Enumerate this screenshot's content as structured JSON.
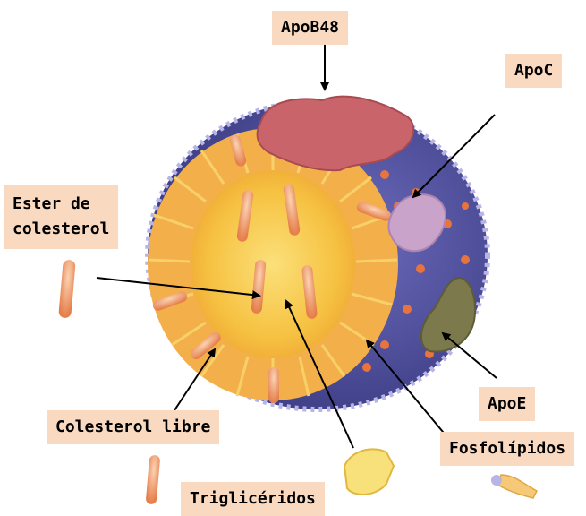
{
  "labels": {
    "apob48": "ApoB48",
    "apoc": "ApoC",
    "ester_line1": "Ester de",
    "ester_line2": "colesterol",
    "colesterol_libre": "Colesterol libre",
    "apoe": "ApoE",
    "fosfolipidos": "Fosfolípidos",
    "trigliceridos": "Triglicéridos"
  },
  "colors": {
    "label_background": "#f9d9c0",
    "arrow": "#000000",
    "apob48": "#c9646a",
    "apoc": "#c9a3c9",
    "apoe": "#7c7a4c",
    "surface_shell": "#5a5aa3",
    "core": "#f6c242",
    "cholesterol": "#e8956b"
  }
}
